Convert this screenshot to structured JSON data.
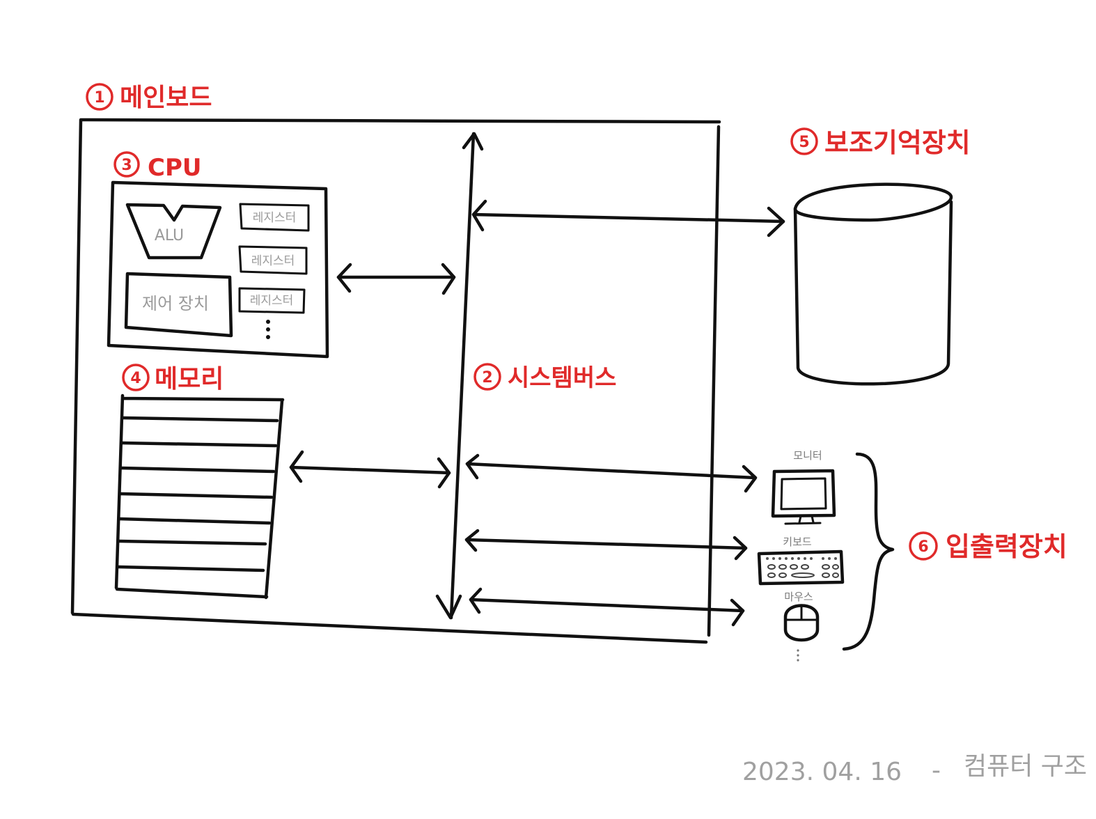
{
  "labels": {
    "mainboard": {
      "num": "1",
      "text": "메인보드"
    },
    "system_bus": {
      "num": "2",
      "text": "시스템버스"
    },
    "cpu": {
      "num": "3",
      "text": "CPU"
    },
    "memory": {
      "num": "4",
      "text": "메모리"
    },
    "secondary_storage": {
      "num": "5",
      "text": "보조기억장치"
    },
    "io_devices": {
      "num": "6",
      "text": "입출력장치"
    }
  },
  "cpu_parts": {
    "alu": "ALU",
    "control_unit": "제어 장치",
    "registers": [
      "레지스터",
      "레지스터",
      "레지스터"
    ]
  },
  "io_parts": {
    "monitor": "모니터",
    "keyboard": "키보드",
    "mouse": "마우스"
  },
  "footer": {
    "date": "2023. 04. 16",
    "dash": "-",
    "title": "컴퓨터 구조"
  },
  "colors": {
    "accent": "#e02a2a",
    "ink": "#111111",
    "gray_text": "#9a9a9a"
  }
}
